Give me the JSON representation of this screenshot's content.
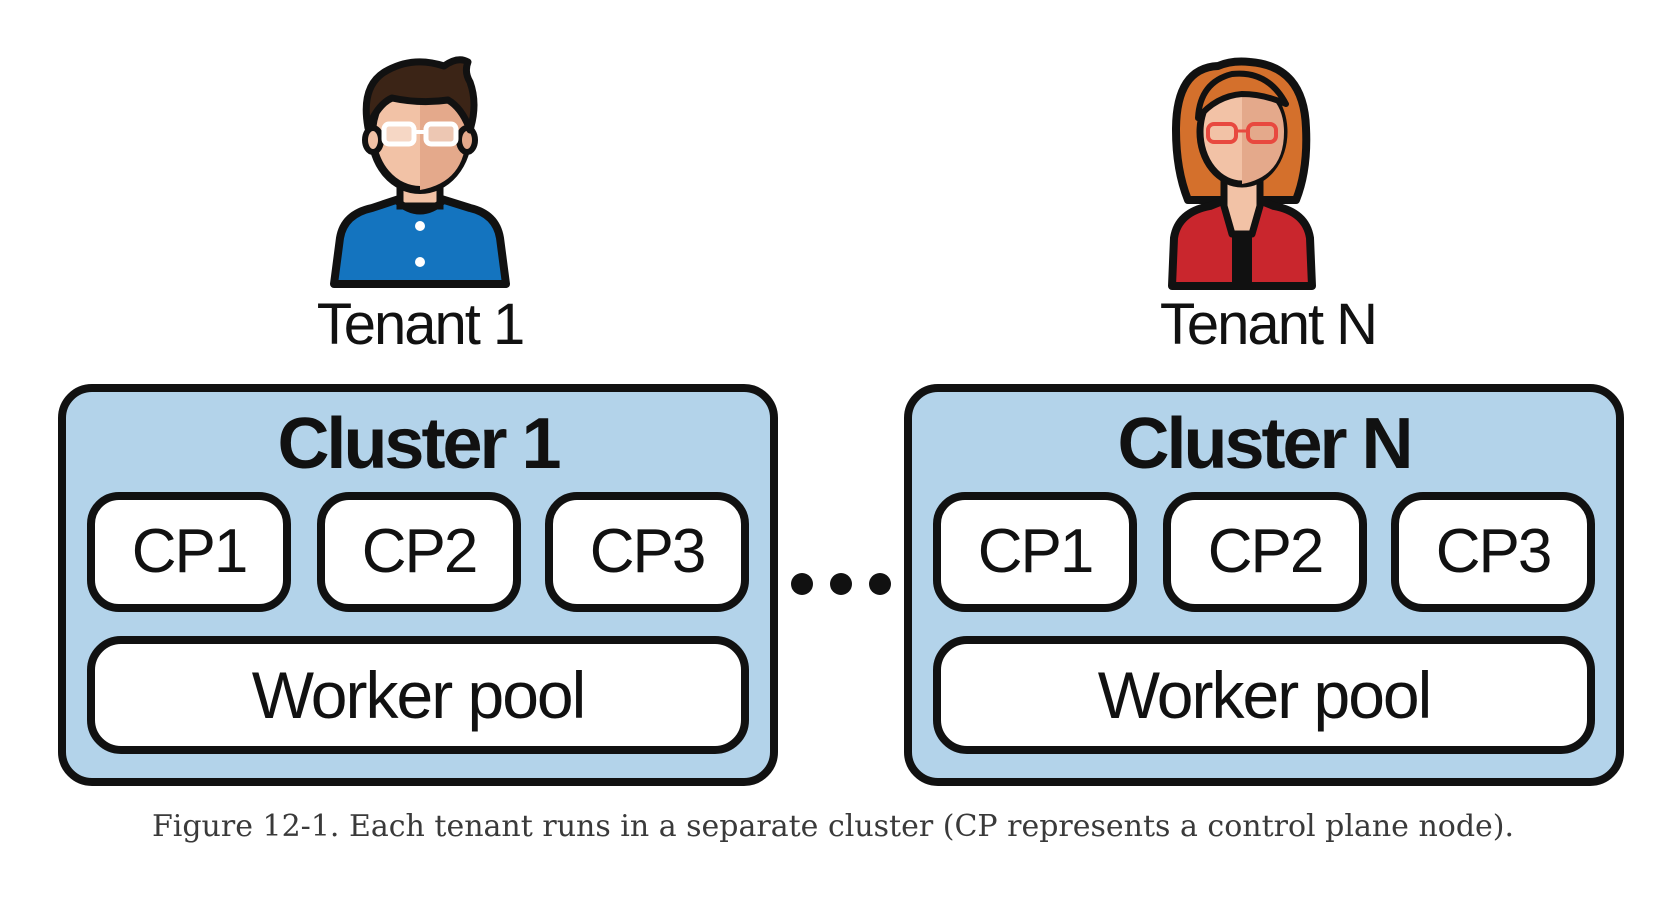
{
  "colors": {
    "cluster_fill": "#b3d3ea",
    "outline": "#111111",
    "box_fill": "#ffffff",
    "tenant1_shirt": "#1474bf",
    "tenantN_jacket": "#c9262d",
    "tenant1_hair": "#3b2416",
    "tenantN_hair": "#d4702c",
    "skin": "#f2c2a6",
    "skin_shadow": "#e4a98b"
  },
  "tenants": [
    {
      "label": "Tenant 1",
      "icon": "male-user-icon",
      "cluster": {
        "title": "Cluster 1",
        "control_planes": [
          "CP1",
          "CP2",
          "CP3"
        ],
        "pool": "Worker pool"
      }
    },
    {
      "label": "Tenant N",
      "icon": "female-user-icon",
      "cluster": {
        "title": "Cluster N",
        "control_planes": [
          "CP1",
          "CP2",
          "CP3"
        ],
        "pool": "Worker pool"
      }
    }
  ],
  "separator_icon": "ellipsis-icon",
  "caption": "Figure 12-1. Each tenant runs in a separate cluster (CP represents a control plane node)."
}
